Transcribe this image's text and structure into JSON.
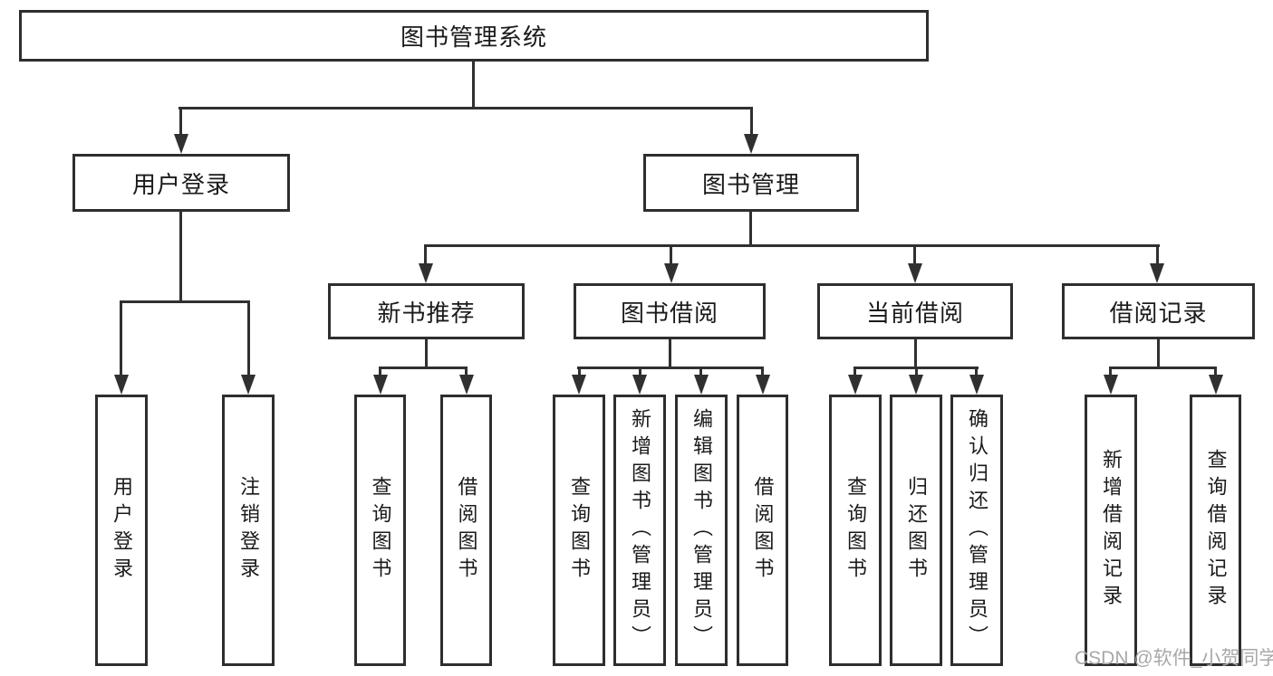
{
  "tree": {
    "label": "图书管理系统",
    "children": [
      {
        "label": "用户登录",
        "children": [
          {
            "label": "用户登录"
          },
          {
            "label": "注销登录"
          }
        ]
      },
      {
        "label": "图书管理",
        "children": [
          {
            "label": "新书推荐",
            "children": [
              {
                "label": "查询图书"
              },
              {
                "label": "借阅图书"
              }
            ]
          },
          {
            "label": "图书借阅",
            "children": [
              {
                "label": "查询图书"
              },
              {
                "label": "新增图书（管理员）"
              },
              {
                "label": "编辑图书（管理员）"
              },
              {
                "label": "借阅图书"
              }
            ]
          },
          {
            "label": "当前借阅",
            "children": [
              {
                "label": "查询图书"
              },
              {
                "label": "归还图书"
              },
              {
                "label": "确认归还（管理员）"
              }
            ]
          },
          {
            "label": "借阅记录",
            "children": [
              {
                "label": "新增借阅记录"
              },
              {
                "label": "查询借阅记录"
              }
            ]
          }
        ]
      }
    ]
  },
  "watermark": "CSDN @软件_小贺同学",
  "colors": {
    "line": "#303030",
    "box_border": "#2e2e2e",
    "text": "#1a1a1a",
    "background": "#ffffff",
    "watermark": "#a8a8a8"
  }
}
